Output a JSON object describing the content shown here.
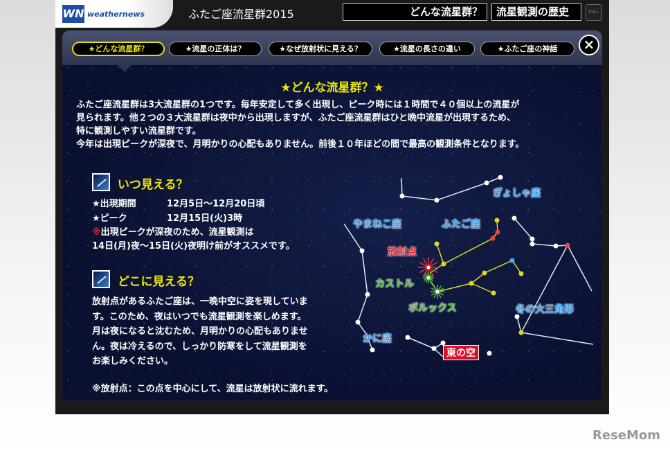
{
  "header": {
    "logo_mark": "WN",
    "logo_text": "weathernews",
    "title": "ふたご座流星群2015",
    "nav": [
      "どんな流星群？",
      "流星観測の歴史"
    ],
    "full_label": "FULL"
  },
  "tabs": [
    {
      "label": "★どんな流星群？",
      "active": true
    },
    {
      "label": "★流星の正体は？"
    },
    {
      "label": "★なぜ放射状に見える？"
    },
    {
      "label": "★流星の長さの違い"
    },
    {
      "label": "★ふたご座の神話"
    }
  ],
  "close_icon": "close-icon",
  "main": {
    "heading": "★どんな流星群？★",
    "intro": [
      "ふたご座流星群は3大流星群の1つです。毎年安定して多く出現し、ピーク時には１時間で４０個以上の流星が",
      "見られます。他２つの３大流星群は夜中から出現しますが、ふたご座流星群はひと晩中流星が出現するため、",
      "特に観測しやすい流星群です。",
      "今年は出現ピークが深夜で、月明かりの心配もありません。前後１０年ほどの間で最高の観測条件となります。"
    ],
    "when": {
      "title": "いつ見える？",
      "period_label": "★出現期間",
      "period_value": "12月5日〜12月20日頃",
      "peak_label": "★ピーク",
      "peak_value": "12月15日(火)3時",
      "note_mark": "※",
      "note1": "出現ピークが深夜のため、流星観測は",
      "note2": "14日(月)夜〜15日(火)夜明け前がオススメです。"
    },
    "where": {
      "title": "どこに見える？",
      "lines": [
        "放射点があるふたご座は、一晩中空に姿を現していま",
        "す。このため、夜はいつでも流星観測を楽しめます。",
        "月は夜になると沈むため、月明かりの心配もありませ",
        "ん。夜は冷えるので、しっかり防寒をして流星観測を",
        "お楽しみください。"
      ]
    },
    "footnote": "※放射点：この点を中心にして、流星は放射状に流れます。"
  },
  "map": {
    "labels": {
      "auriga": "ぎょしゃ座",
      "lynx": "やまねこ座",
      "gemini": "ふたご座",
      "radiant": "放射点",
      "castor": "カストル",
      "pollux": "ポルックス",
      "triangle": "冬の大三角形",
      "cancer": "かに座",
      "east": "東の空"
    }
  },
  "watermark": "ReseMom",
  "colors": {
    "accent": "#f0e800",
    "radiant": "#e8202a",
    "label": "#3aa0f0",
    "star_name": "#50c030"
  }
}
